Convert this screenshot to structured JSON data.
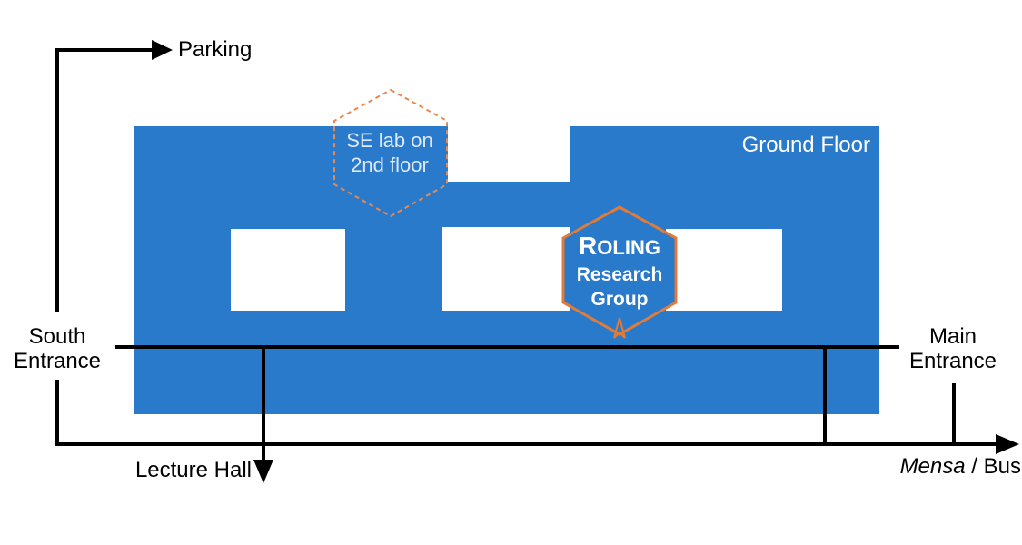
{
  "building": {
    "label": "Ground Floor",
    "color": "#2a7acc"
  },
  "se_lab": {
    "line1": "SE lab on",
    "line2": "2nd floor",
    "color": "#e8884e"
  },
  "roling": {
    "big_letter": "R",
    "rest_letters": "OLING",
    "line2": "Research",
    "line3": "Group",
    "color": "#e07b39"
  },
  "labels": {
    "parking": "Parking",
    "south_entrance_1": "South",
    "south_entrance_2": "Entrance",
    "main_entrance_1": "Main",
    "main_entrance_2": "Entrance",
    "lecture_hall": "Lecture Hall",
    "mensa": "Mensa",
    "bus": " / Bus"
  },
  "colors": {
    "path": "#000000",
    "window": "#ffffff"
  }
}
